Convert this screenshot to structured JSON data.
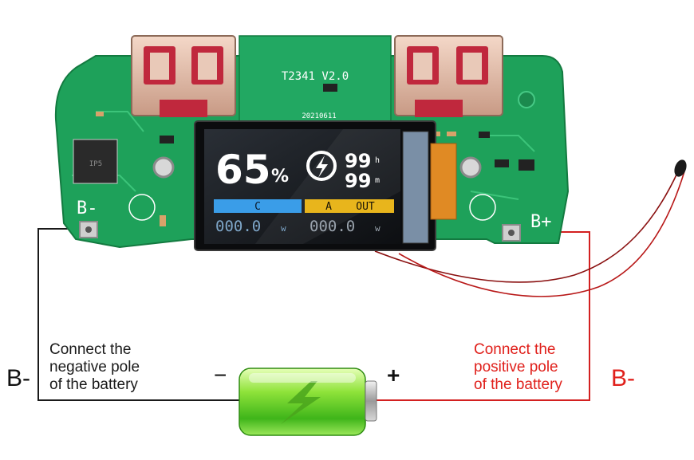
{
  "board": {
    "model": "T2341 V2.0",
    "date": "20210611",
    "neg_pad": "B-",
    "pos_pad": "B+",
    "chip_mark": "IP5"
  },
  "display": {
    "percent": "65",
    "percent_unit": "%",
    "time_top": "99",
    "time_top_unit": "h",
    "time_bottom": "99",
    "time_bottom_unit": "m",
    "bar_left": "C",
    "bar_right_a": "A",
    "bar_right_out": "OUT",
    "watt_left": "000.0",
    "watt_right": "000.0",
    "watt_unit": "w"
  },
  "labels": {
    "left_terminal": "B-",
    "right_terminal": "B-",
    "neg_line1": "Connect the",
    "neg_line2": "negative pole",
    "neg_line3": "of the battery",
    "pos_line1": "Connect the",
    "pos_line2": "positive pole",
    "pos_line3": "of the battery",
    "minus_sign": "−",
    "plus_sign": "+"
  },
  "colors": {
    "pcb": "#1ea15a",
    "red_wire": "#d32020",
    "label_red": "#e0201b",
    "bar_blue": "#3a9de8",
    "bar_yellow": "#e8b51c",
    "battery_green": "#7ed321"
  }
}
